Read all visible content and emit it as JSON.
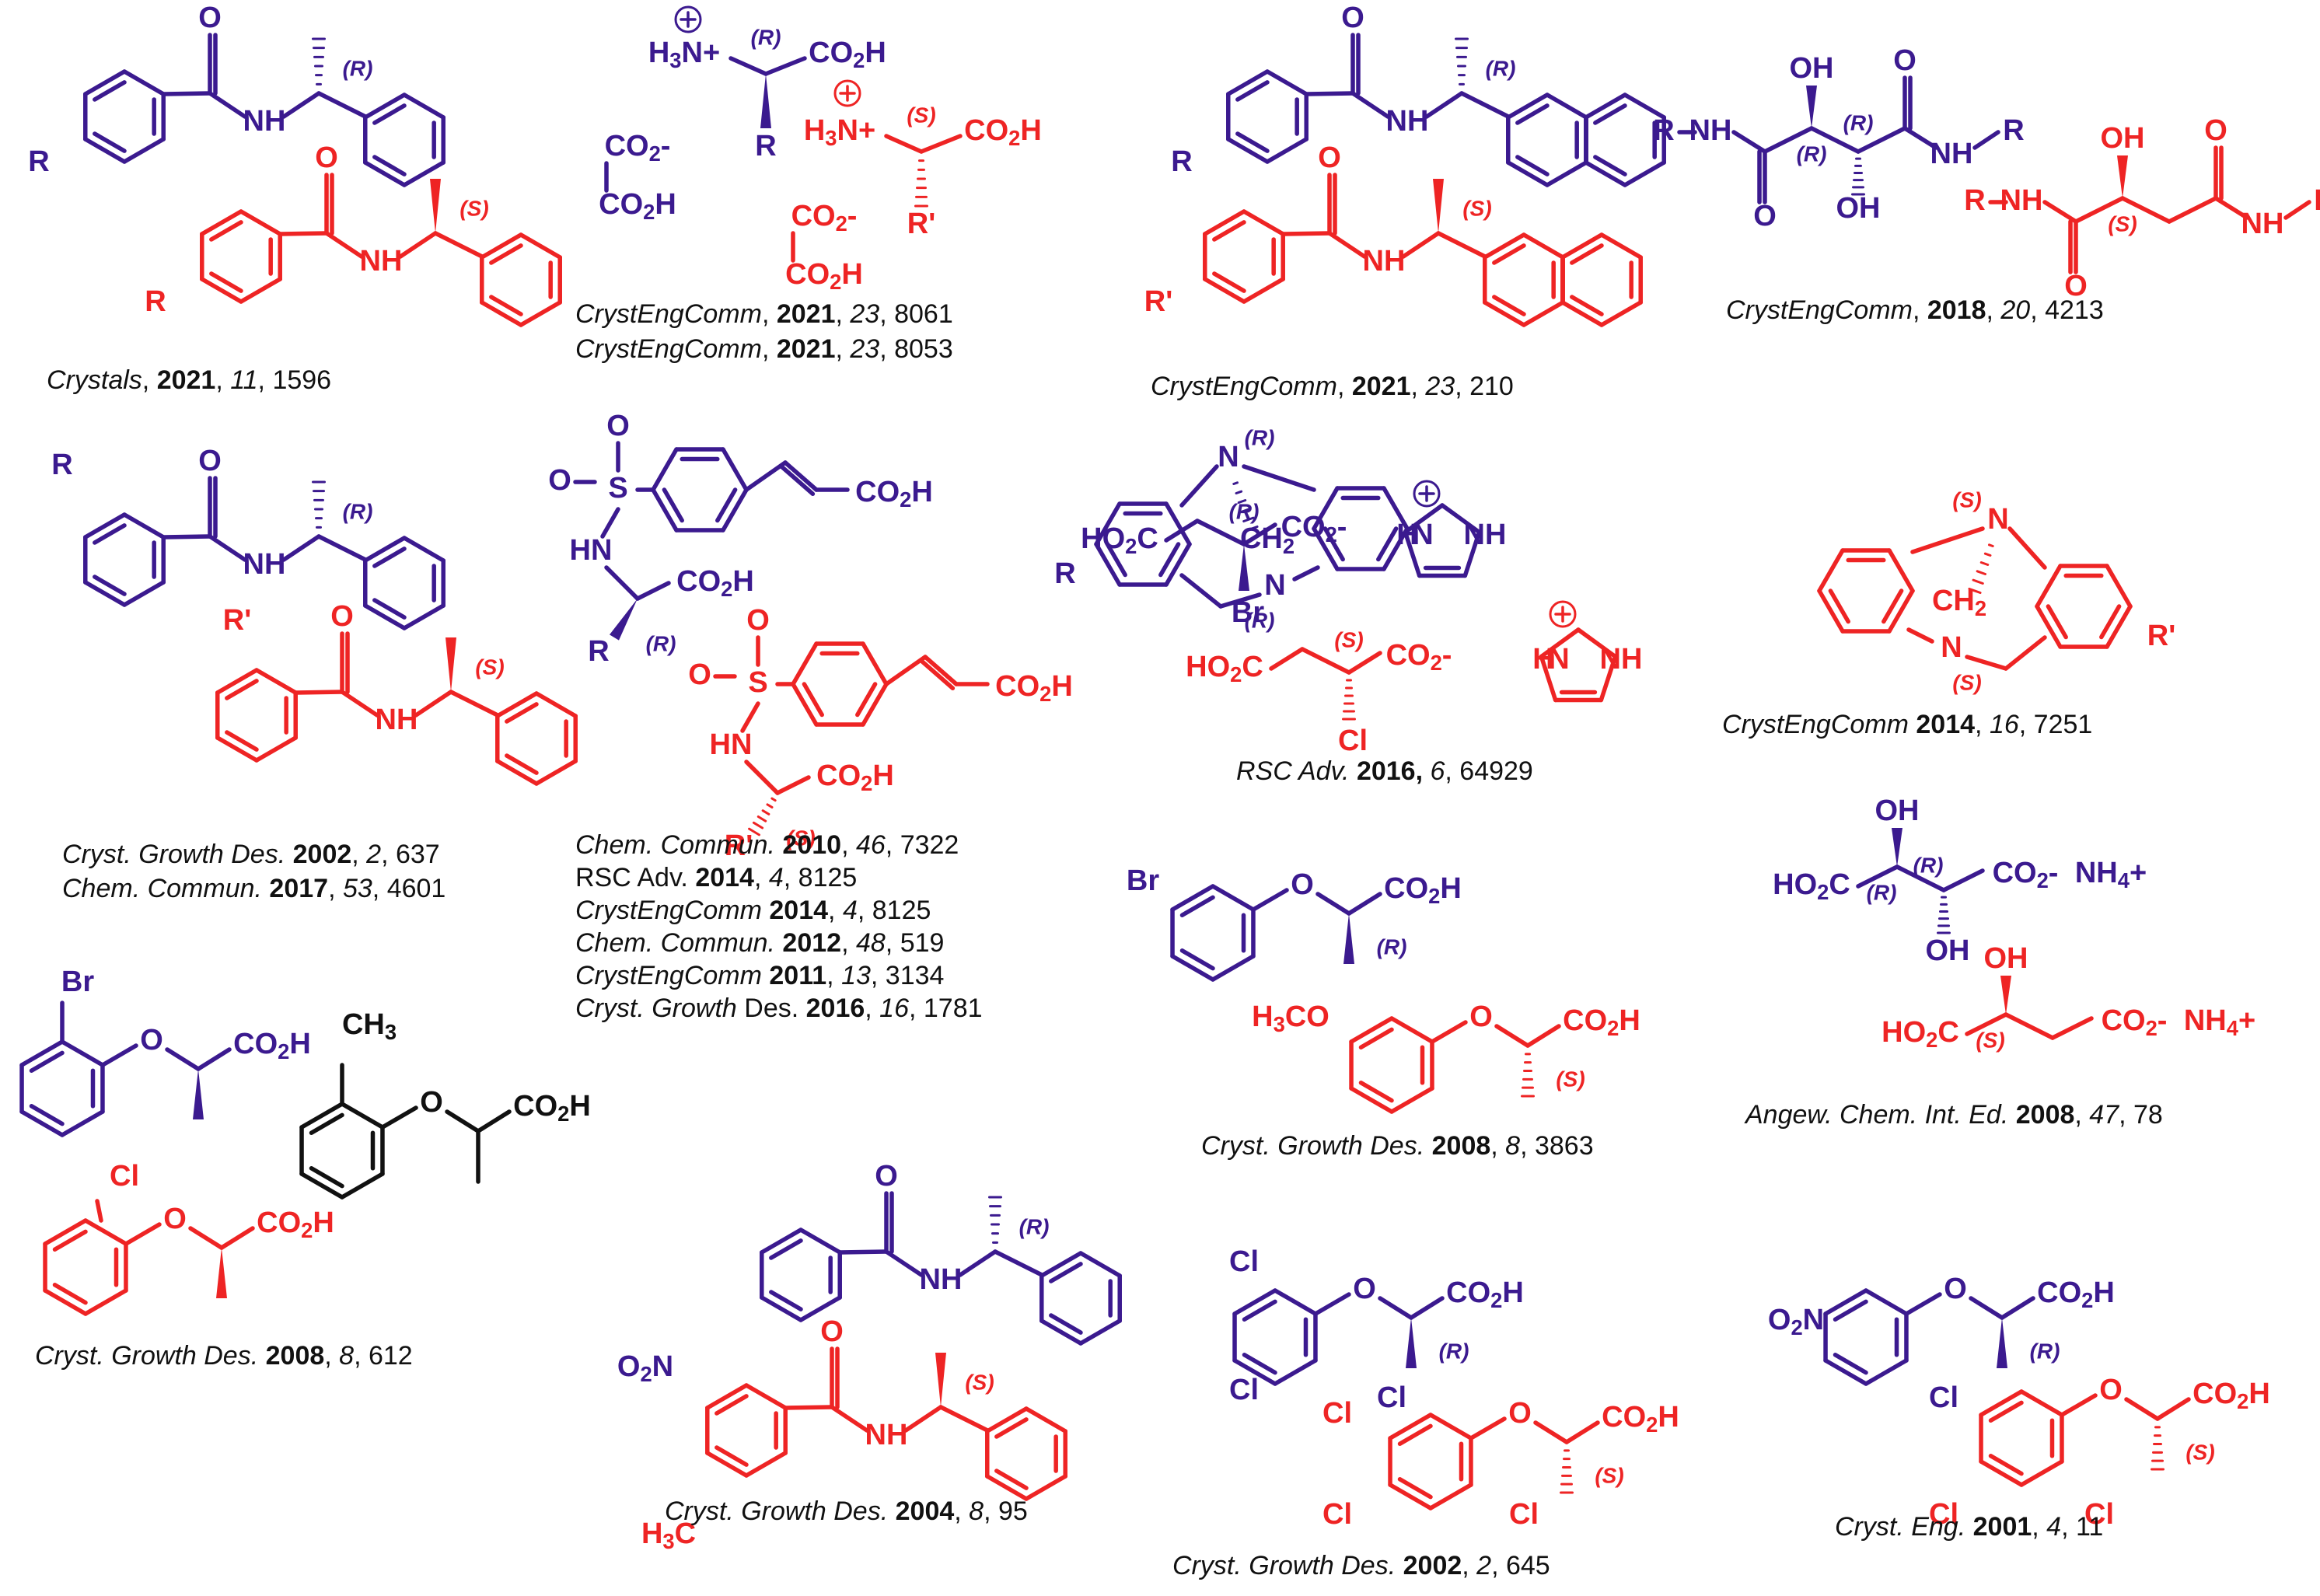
{
  "colors": {
    "r_enantiomer": "#3b1a8f",
    "s_enantiomer": "#ee2424",
    "achiral": "#111111",
    "citation": "#111111"
  },
  "stereo_labels": {
    "r": "(R)",
    "s": "(S)"
  },
  "atom_labels": {
    "r": "R",
    "r_prime": "R'",
    "nh": "NH",
    "n": "N",
    "h": "H",
    "o": "O",
    "oh": "OH",
    "co2h": "CO2H",
    "co2_minus": "CO2-",
    "h3n_plus": "H3N+",
    "ho2c": "HO2C",
    "br": "Br",
    "cl": "Cl",
    "ch3": "CH3",
    "h3c": "H3C",
    "h3co": "H3CO",
    "o2n": "O2N",
    "ch2": "CH2",
    "nh4_plus": "NH4+",
    "hn": "HN",
    "s": "S",
    "plus": "+"
  },
  "citations": [
    {
      "id": "c1",
      "parts": [
        [
          "Crystals",
          "i"
        ],
        [
          ", ",
          ""
        ],
        [
          "2021",
          "b"
        ],
        [
          ", ",
          ""
        ],
        [
          "11",
          "i"
        ],
        [
          ", 1596",
          ""
        ]
      ]
    },
    {
      "id": "c2a",
      "parts": [
        [
          "CrystEngComm",
          "i"
        ],
        [
          ", ",
          ""
        ],
        [
          "2021",
          "b"
        ],
        [
          ", ",
          ""
        ],
        [
          "23",
          "i"
        ],
        [
          ", 8061",
          ""
        ]
      ]
    },
    {
      "id": "c2b",
      "parts": [
        [
          "CrystEngComm",
          "i"
        ],
        [
          ", ",
          ""
        ],
        [
          "2021",
          "b"
        ],
        [
          ", ",
          ""
        ],
        [
          "23",
          "i"
        ],
        [
          ", 8053",
          ""
        ]
      ]
    },
    {
      "id": "c3",
      "parts": [
        [
          "CrystEngComm",
          "i"
        ],
        [
          ", ",
          ""
        ],
        [
          "2021",
          "b"
        ],
        [
          ", ",
          ""
        ],
        [
          "23",
          "i"
        ],
        [
          ", 210",
          ""
        ]
      ]
    },
    {
      "id": "c4",
      "parts": [
        [
          "CrystEngComm",
          "i"
        ],
        [
          ", ",
          ""
        ],
        [
          "2018",
          "b"
        ],
        [
          ", ",
          ""
        ],
        [
          "20",
          "i"
        ],
        [
          ", 4213",
          ""
        ]
      ]
    },
    {
      "id": "c5a",
      "parts": [
        [
          "Cryst. Growth Des.",
          "i"
        ],
        [
          " ",
          ""
        ],
        [
          "2002",
          "b"
        ],
        [
          ", ",
          ""
        ],
        [
          "2",
          "i"
        ],
        [
          ", 637",
          ""
        ]
      ]
    },
    {
      "id": "c5b",
      "parts": [
        [
          "Chem. Commun.",
          "i"
        ],
        [
          " ",
          ""
        ],
        [
          "2017",
          "b"
        ],
        [
          ", ",
          ""
        ],
        [
          "53",
          "i"
        ],
        [
          ", 4601",
          ""
        ]
      ]
    },
    {
      "id": "c6a",
      "parts": [
        [
          "Chem. Commun.",
          "i"
        ],
        [
          " ",
          ""
        ],
        [
          "2010",
          "b"
        ],
        [
          ", ",
          ""
        ],
        [
          "46",
          "i"
        ],
        [
          ", 7322",
          ""
        ]
      ]
    },
    {
      "id": "c6b",
      "parts": [
        [
          "RSC Adv. ",
          ""
        ],
        [
          "2014",
          "b"
        ],
        [
          ", ",
          ""
        ],
        [
          "4",
          "i"
        ],
        [
          ", 8125",
          ""
        ]
      ]
    },
    {
      "id": "c6c",
      "parts": [
        [
          "CrystEngComm",
          "i"
        ],
        [
          " ",
          ""
        ],
        [
          "2014",
          "b"
        ],
        [
          ", ",
          ""
        ],
        [
          "4",
          "i"
        ],
        [
          ", 8125",
          ""
        ]
      ]
    },
    {
      "id": "c6d",
      "parts": [
        [
          "Chem. Commun.",
          "i"
        ],
        [
          " ",
          ""
        ],
        [
          "2012",
          "b"
        ],
        [
          ", ",
          ""
        ],
        [
          "48",
          "i"
        ],
        [
          ", 519",
          ""
        ]
      ]
    },
    {
      "id": "c6e",
      "parts": [
        [
          "CrystEngComm",
          "i"
        ],
        [
          " ",
          ""
        ],
        [
          "2011",
          "b"
        ],
        [
          ", ",
          ""
        ],
        [
          "13",
          "i"
        ],
        [
          ", 3134",
          ""
        ]
      ]
    },
    {
      "id": "c6f",
      "parts": [
        [
          "Cryst. Growth",
          "i"
        ],
        [
          " Des. ",
          ""
        ],
        [
          "2016",
          "b"
        ],
        [
          ", ",
          ""
        ],
        [
          "16",
          "i"
        ],
        [
          ", 1781",
          ""
        ]
      ]
    },
    {
      "id": "c7",
      "parts": [
        [
          "RSC Adv.",
          "i"
        ],
        [
          " ",
          ""
        ],
        [
          "2016,",
          "b"
        ],
        [
          " ",
          ""
        ],
        [
          "6",
          "i"
        ],
        [
          ", 64929",
          ""
        ]
      ]
    },
    {
      "id": "c8",
      "parts": [
        [
          "CrystEngComm",
          "i"
        ],
        [
          " ",
          ""
        ],
        [
          "2014",
          "b"
        ],
        [
          ", ",
          ""
        ],
        [
          "16",
          "i"
        ],
        [
          ", 7251",
          ""
        ]
      ]
    },
    {
      "id": "c9",
      "parts": [
        [
          "Cryst. Growth Des.",
          "i"
        ],
        [
          " ",
          ""
        ],
        [
          "2008",
          "b"
        ],
        [
          ", ",
          ""
        ],
        [
          "8",
          "i"
        ],
        [
          ", 612",
          ""
        ]
      ]
    },
    {
      "id": "c10",
      "parts": [
        [
          "Cryst. Growth Des.",
          "i"
        ],
        [
          " ",
          ""
        ],
        [
          "2004",
          "b"
        ],
        [
          ", ",
          ""
        ],
        [
          "8",
          "i"
        ],
        [
          ", 95",
          ""
        ]
      ]
    },
    {
      "id": "c11",
      "parts": [
        [
          "Cryst. Growth Des.",
          "i"
        ],
        [
          " ",
          ""
        ],
        [
          "2008",
          "b"
        ],
        [
          ", ",
          ""
        ],
        [
          "8",
          "i"
        ],
        [
          ", 3863",
          ""
        ]
      ]
    },
    {
      "id": "c12",
      "parts": [
        [
          "Angew. Chem. Int. Ed.",
          "i"
        ],
        [
          " ",
          ""
        ],
        [
          "2008",
          "b"
        ],
        [
          ", ",
          ""
        ],
        [
          "47",
          "i"
        ],
        [
          ", 78",
          ""
        ]
      ]
    },
    {
      "id": "c13",
      "parts": [
        [
          "Cryst. Growth Des.",
          "i"
        ],
        [
          " ",
          ""
        ],
        [
          "2002",
          "b"
        ],
        [
          ", ",
          ""
        ],
        [
          "2",
          "i"
        ],
        [
          ", 645",
          ""
        ]
      ]
    },
    {
      "id": "c14",
      "parts": [
        [
          "Cryst. Eng.",
          "i"
        ],
        [
          " ",
          ""
        ],
        [
          "2001",
          "b"
        ],
        [
          ", ",
          ""
        ],
        [
          "4",
          "i"
        ],
        [
          ", 11",
          ""
        ]
      ]
    }
  ]
}
